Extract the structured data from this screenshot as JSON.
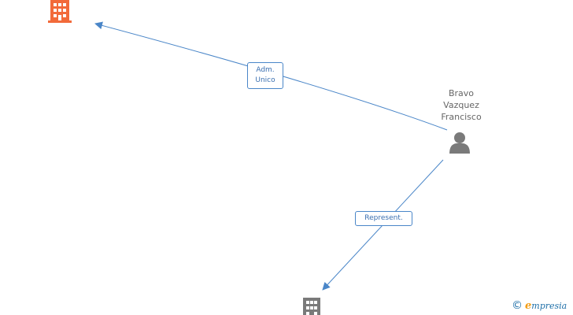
{
  "nodes": {
    "company_top": {
      "icon": "building-icon",
      "color": "#f26a3a"
    },
    "person": {
      "icon": "person-icon",
      "color": "#7a7a7a",
      "name_lines": [
        "Bravo",
        "Vazquez",
        "Francisco"
      ]
    },
    "company_bottom": {
      "icon": "building-icon",
      "color": "#7a7a7a"
    }
  },
  "edges": [
    {
      "from": "person",
      "to": "company_top",
      "label_lines": [
        "Adm.",
        "Unico"
      ],
      "color": "#4a86c8"
    },
    {
      "from": "person",
      "to": "company_bottom",
      "label_lines": [
        "Represent."
      ],
      "color": "#4a86c8"
    }
  ],
  "footer": {
    "copyright_symbol": "©",
    "brand_initial": "e",
    "brand_rest": "mpresia"
  }
}
